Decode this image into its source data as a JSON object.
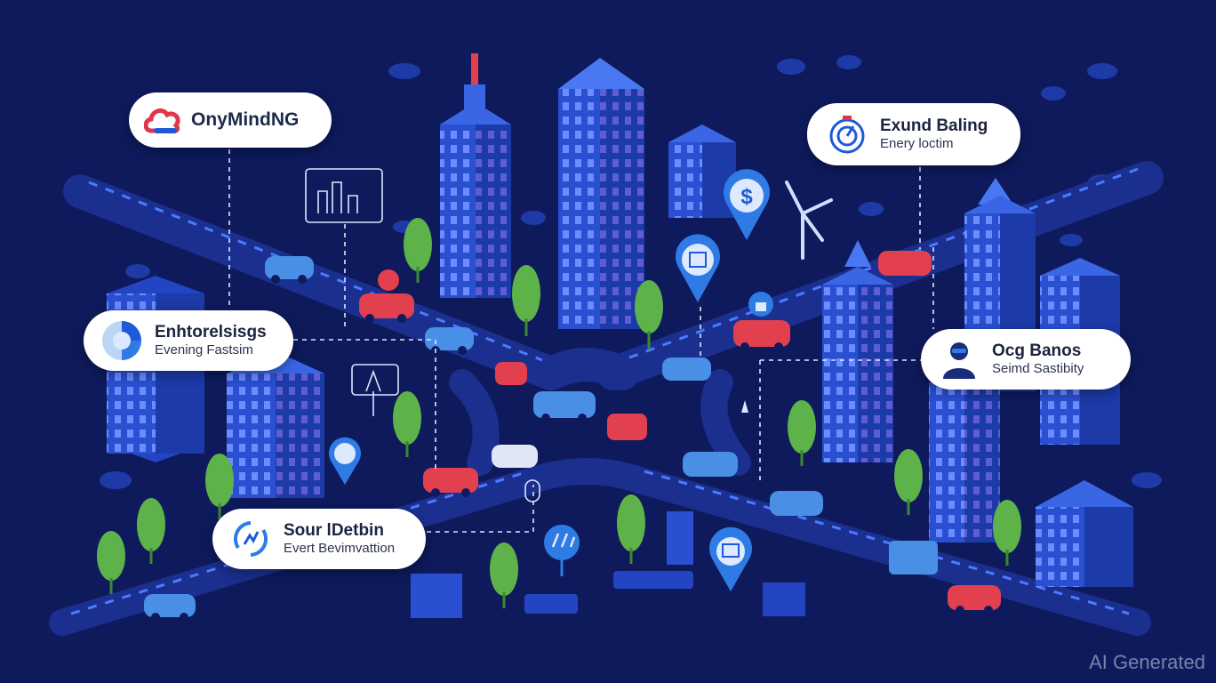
{
  "callouts": {
    "brand": {
      "title": "OnyMindNG",
      "icon": "cloud-logo-icon"
    },
    "energy": {
      "title": "Exund Baling",
      "subtitle": "Enery loctim",
      "icon": "target-gauge-icon"
    },
    "enterprise": {
      "title": "Enhtorelsisgs",
      "subtitle": "Evening Fastsim",
      "icon": "pie-chart-icon"
    },
    "security": {
      "title": "Ocg Banos",
      "subtitle": "Seimd Sastibity",
      "icon": "person-icon"
    },
    "source": {
      "title": "Sour lDetbin",
      "subtitle": "Evert Bevimvattion",
      "icon": "signal-refresh-icon"
    }
  },
  "map_pins": [
    "dollar-pin-icon",
    "building-pin-icon",
    "hand-pin-icon",
    "store-pin-icon",
    "city-pin-icon"
  ],
  "watermark": "AI Generated",
  "colors": {
    "background": "#0e1a5c",
    "road": "#1b2f8f",
    "building": "#2a4fd0",
    "car_red": "#e2404f",
    "car_blue": "#4a8fe6",
    "tree": "#5db34a",
    "callout": "#ffffff",
    "brand_red": "#e2354a",
    "brand_blue": "#1e5ad8"
  }
}
